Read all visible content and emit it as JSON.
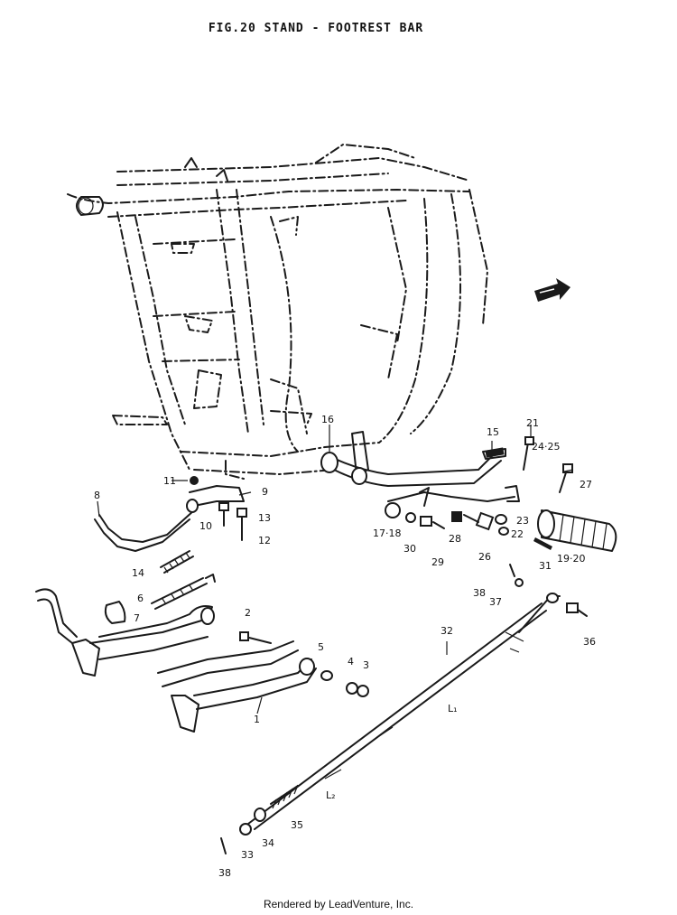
{
  "title": "FIG.20  STAND - FOOTREST BAR",
  "footer": "Rendered by LeadVenture, Inc.",
  "colors": {
    "line": "#1a1a1a",
    "background": "#ffffff"
  },
  "icons": {
    "front_arrow": "front-direction-arrow-icon"
  },
  "part_labels": {
    "p1": "1",
    "p2": "2",
    "p3": "3",
    "p4": "4",
    "p5": "5",
    "p6": "6",
    "p7": "7",
    "p8": "8",
    "p9": "9",
    "p10": "10",
    "p11": "11",
    "p12": "12",
    "p13": "13",
    "p14": "14",
    "p15": "15",
    "p16": "16",
    "p17_18": "17·18",
    "p19_20": "19·20",
    "p21": "21",
    "p22": "22",
    "p23": "23",
    "p24_25": "24·25",
    "p26": "26",
    "p27": "27",
    "p28": "28",
    "p29": "29",
    "p30": "30",
    "p31": "31",
    "p32": "32",
    "p33": "33",
    "p34": "34",
    "p35": "35",
    "p36": "36",
    "p37": "37",
    "p38a": "38",
    "p38b": "38",
    "l1": "L₁",
    "l2": "L₂"
  }
}
